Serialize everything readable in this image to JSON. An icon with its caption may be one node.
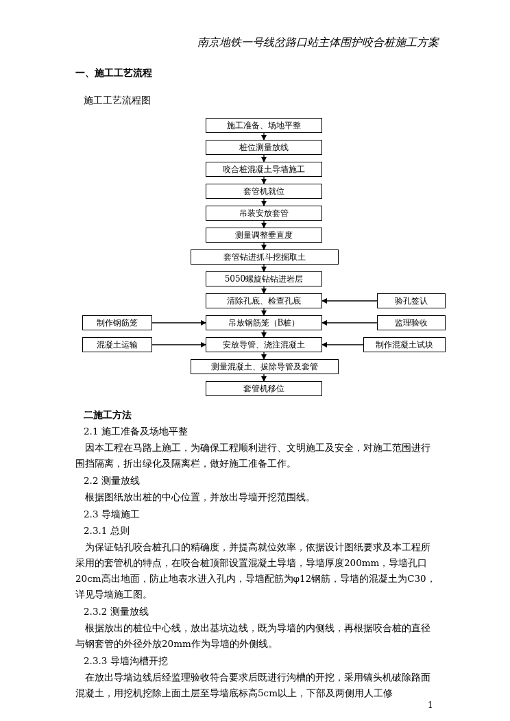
{
  "diagram": {
    "nodes": [
      {
        "text": [
          "施工准备、场地平整"
        ]
      },
      {
        "text": [
          "桩位测量放线"
        ]
      },
      {
        "text": [
          "咬合桩混凝土导墙施工"
        ]
      },
      {
        "text": [
          "套管机就位"
        ]
      },
      {
        "text": [
          "吊装安放套管"
        ]
      },
      {
        "text": [
          "测量调整垂直度"
        ]
      },
      {
        "text": [
          "套管钻进抓斗挖掘取土"
        ]
      },
      {
        "text": [
          "5050螺旋钻钻进岩层"
        ]
      },
      {
        "text": [
          "清除孔底、检查孔底"
        ]
      },
      {
        "text": [
          "验孔签认"
        ]
      },
      {
        "text": [
          "制作钢筋笼"
        ]
      },
      {
        "text": [
          "吊放钢筋笼（B桩）"
        ]
      },
      {
        "text": [
          "监理验收"
        ]
      },
      {
        "text": [
          "混凝土运输"
        ]
      },
      {
        "text": [
          "安放导管、浇注混凝土"
        ]
      },
      {
        "text": [
          "制作混凝土试块"
        ]
      },
      {
        "text": [
          "测量混凝土、拔除导管及套管"
        ]
      },
      {
        "text": [
          "套管机移位"
        ]
      }
    ],
    "edges": [
      {
        "from": 0,
        "to": 1,
        "arrow": "to"
      },
      {
        "from": 1,
        "to": 2,
        "arrow": "to"
      },
      {
        "from": 2,
        "to": 3,
        "arrow": "to"
      },
      {
        "from": 3,
        "to": 4,
        "arrow": "to"
      },
      {
        "from": 4,
        "to": 5,
        "arrow": "to"
      },
      {
        "from": 5,
        "to": 6,
        "arrow": "to"
      },
      {
        "from": 6,
        "to": 7,
        "arrow": "to"
      },
      {
        "from": 7,
        "to": 8,
        "arrow": "to"
      },
      {
        "from": 9,
        "to": 8,
        "arrow": "to"
      },
      {
        "from": 8,
        "to": 11,
        "arrow": "to"
      },
      {
        "from": 10,
        "to": 11,
        "arrow": "to"
      },
      {
        "from": 12,
        "to": 11,
        "arrow": "to"
      },
      {
        "from": 11,
        "to": 14,
        "arrow": "to"
      },
      {
        "from": 13,
        "to": 14,
        "arrow": "to"
      },
      {
        "from": 15,
        "to": 14,
        "arrow": "to"
      },
      {
        "from": 14,
        "to": 16,
        "arrow": "to"
      },
      {
        "from": 16,
        "to": 17,
        "arrow": "to"
      }
    ],
    "labels": [
      "南京地铁一号线岔路口站主体围护咬合桩施工方案",
      "一、施工工艺流程",
      "施工工艺流程图",
      "二施工方法",
      "2.1 施工准备及场地平整",
      "因本工程在马路上施工，为确保工程顺利进行、文明施工及安全，对施工范围进行围挡隔离，折出绿化及隔离栏，做好施工准备工作。",
      "2.2 测量放线",
      "根据图纸放出桩的中心位置，并放出导墙开挖范围线。",
      "2.3 导墙施工",
      "2.3.1 总则",
      "为保证钻孔咬合桩孔口的精确度，并提高就位效率，依据设计图纸要求及本工程所采用的套管机的特点，在咬合桩顶部设置混凝土导墙，导墙厚度200mm，导墙孔口20cm高出地面，防止地表水进入孔内，导墙配筋为φ12钢筋，导墙的混凝土为C30，详见导墙施工图。",
      "2.3.2 测量放线",
      "根据放出的桩位中心线，放出基坑边线，既为导墙的内侧线，再根据咬合桩的直径与钢套管的外径外放20mm作为导墙的外侧线。",
      "2.3.3 导墙沟槽开挖",
      "在放出导墙边线后经监理验收符合要求后既进行沟槽的开挖，采用镐头机破除路面混凝土，用挖机挖除上面土层至导墙底标高5cm以上，下部及两侧用人工修",
      "1"
    ]
  }
}
